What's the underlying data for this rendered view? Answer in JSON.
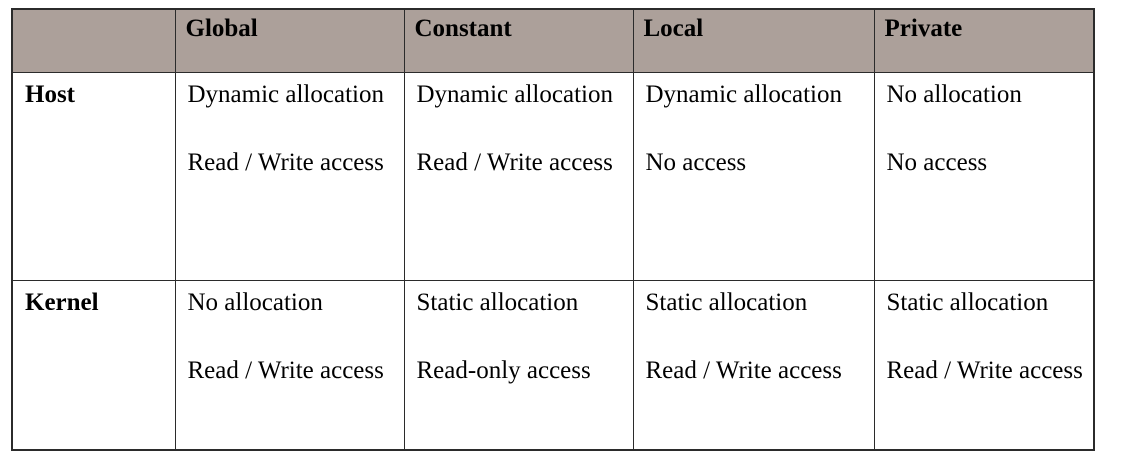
{
  "table": {
    "colors": {
      "header_background": "#ACA09A",
      "border": "#2B2B2B",
      "body_background": "#FFFFFF",
      "text": "#000000"
    },
    "corner_label": "",
    "column_headers": [
      "Global",
      "Constant",
      "Local",
      "Private"
    ],
    "rows": [
      {
        "label": "Host",
        "cells": [
          {
            "allocation": "Dynamic allocation",
            "access": "Read / Write access"
          },
          {
            "allocation": "Dynamic allocation",
            "access": "Read / Write access"
          },
          {
            "allocation": "Dynamic allocation",
            "access": "No access"
          },
          {
            "allocation": "No allocation",
            "access": "No access"
          }
        ]
      },
      {
        "label": "Kernel",
        "cells": [
          {
            "allocation": "No allocation",
            "access": "Read / Write access"
          },
          {
            "allocation": "Static allocation",
            "access": "Read-only access"
          },
          {
            "allocation": "Static allocation",
            "access": "Read / Write access"
          },
          {
            "allocation": "Static allocation",
            "access": "Read / Write access"
          }
        ]
      }
    ]
  }
}
